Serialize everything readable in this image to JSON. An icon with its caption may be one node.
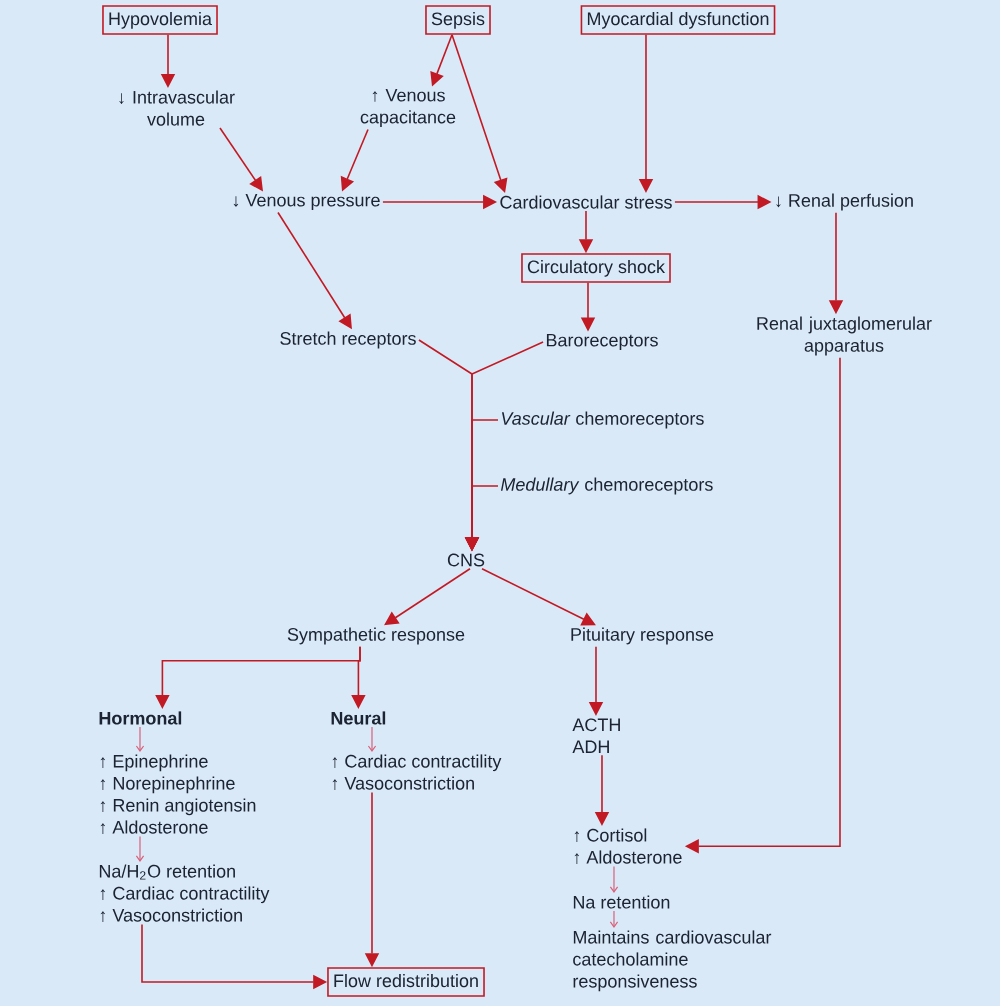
{
  "diagram": {
    "nodes": [
      {
        "text": [
          "Hypovolemia"
        ]
      },
      {
        "text": [
          "Sepsis"
        ]
      },
      {
        "text": [
          "Myocardial dysfunction"
        ]
      },
      {
        "text": [
          "↓ Intravascular volume"
        ]
      },
      {
        "text": [
          "↑ Venous capacitance"
        ]
      },
      {
        "text": [
          "↓ Venous pressure"
        ]
      },
      {
        "text": [
          "Cardiovascular stress"
        ]
      },
      {
        "text": [
          "↓ Renal perfusion"
        ]
      },
      {
        "text": [
          "Circulatory shock"
        ]
      },
      {
        "text": [
          "Stretch receptors"
        ]
      },
      {
        "text": [
          "Baroreceptors"
        ]
      },
      {
        "text": [
          "Renal juxtaglomerular apparatus"
        ]
      },
      {
        "text": [
          "*Vascular* chemoreceptors"
        ]
      },
      {
        "text": [
          "*Medullary* chemoreceptors"
        ]
      },
      {
        "text": [
          "CNS"
        ]
      },
      {
        "text": [
          "Sympathetic response"
        ]
      },
      {
        "text": [
          "Pituitary response"
        ]
      },
      {
        "text": [
          "Hormonal"
        ]
      },
      {
        "text": [
          "↑ Epinephrine",
          "↑ Norepinephrine",
          "↑ Renin angiotensin",
          "↑ Aldosterone"
        ]
      },
      {
        "text": [
          "Na/H$_{2}$O retention",
          "↑ Cardiac contractility",
          "↑ Vasoconstriction"
        ]
      },
      {
        "text": [
          "Neural"
        ]
      },
      {
        "text": [
          "↑ Cardiac contractility",
          "↑ Vasoconstriction"
        ]
      },
      {
        "text": [
          "ACTH",
          "ADH"
        ]
      },
      {
        "text": [
          "↑ Cortisol",
          "↑ Aldosterone"
        ]
      },
      {
        "text": [
          "Na retention"
        ]
      },
      {
        "text": [
          "Maintains cardiovascular catecholamine responsiveness"
        ]
      },
      {
        "text": [
          "Flow redistribution"
        ]
      }
    ],
    "edges": [
      {
        "from": 0,
        "to": 3,
        "arrow": "to"
      },
      {
        "from": 1,
        "to": 4,
        "arrow": "to"
      },
      {
        "from": 1,
        "to": 6,
        "arrow": "to"
      },
      {
        "from": 2,
        "to": 6,
        "arrow": "to"
      },
      {
        "from": 3,
        "to": 5,
        "arrow": "to"
      },
      {
        "from": 4,
        "to": 5,
        "arrow": "to"
      },
      {
        "from": 5,
        "to": 6,
        "arrow": "to"
      },
      {
        "from": 6,
        "to": 7,
        "arrow": "to"
      },
      {
        "from": 6,
        "to": 8,
        "arrow": "to"
      },
      {
        "from": 5,
        "to": 9,
        "arrow": "to"
      },
      {
        "from": 8,
        "to": 10,
        "arrow": "to"
      },
      {
        "from": 7,
        "to": 11,
        "arrow": "to"
      },
      {
        "from": 9,
        "to": 14,
        "arrow": "to"
      },
      {
        "from": 10,
        "to": 14,
        "arrow": "to"
      },
      {
        "from": 12,
        "to": 14,
        "arrow": "to"
      },
      {
        "from": 13,
        "to": 14,
        "arrow": "to"
      },
      {
        "from": 14,
        "to": 15,
        "arrow": "to"
      },
      {
        "from": 14,
        "to": 16,
        "arrow": "to"
      },
      {
        "from": 15,
        "to": 17,
        "arrow": "to"
      },
      {
        "from": 15,
        "to": 20,
        "arrow": "to"
      },
      {
        "from": 16,
        "to": 22,
        "arrow": "to"
      },
      {
        "from": 22,
        "to": 23,
        "arrow": "to"
      },
      {
        "from": 11,
        "to": 23,
        "arrow": "to"
      },
      {
        "from": 19,
        "to": 26,
        "arrow": "to"
      },
      {
        "from": 21,
        "to": 26,
        "arrow": "to"
      },
      {
        "from": 17,
        "to": 18,
        "arrow": "to",
        "color": "#d9607a"
      },
      {
        "from": 18,
        "to": 19,
        "arrow": "to",
        "color": "#d9607a"
      },
      {
        "from": 20,
        "to": 21,
        "arrow": "to",
        "color": "#d9607a"
      },
      {
        "from": 23,
        "to": 24,
        "arrow": "to",
        "color": "#d9607a"
      },
      {
        "from": 24,
        "to": 25,
        "arrow": "to",
        "color": "#d9607a"
      }
    ]
  }
}
